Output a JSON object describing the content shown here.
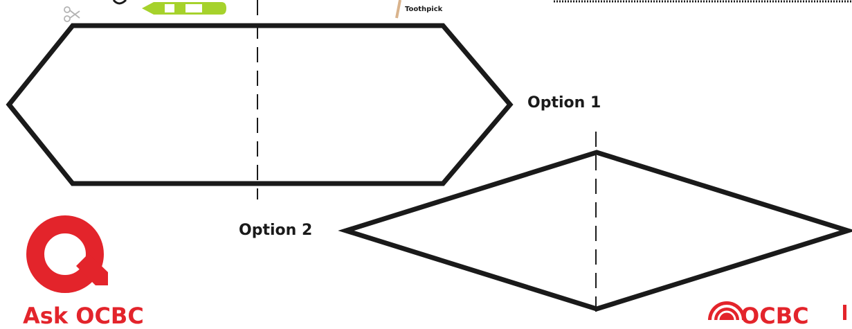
{
  "labels": {
    "option1": "Option 1",
    "option2": "Option 2",
    "toothpick": "Toothpick"
  },
  "brand": {
    "ask_logo_text": "Ask OCBC",
    "corner_logo_text": "OCBC"
  },
  "colors": {
    "outline": "#1a1a1a",
    "brand_red": "#e3242b",
    "crayon_green": "#a6d22c",
    "toothpick_tan": "#d9b38c",
    "scissors_gray": "#b3b3b3"
  },
  "icons": [
    "scissors-icon",
    "crayon-icon",
    "toothpick-icon",
    "ask-ocbc-q-logo",
    "ocbc-logo"
  ]
}
